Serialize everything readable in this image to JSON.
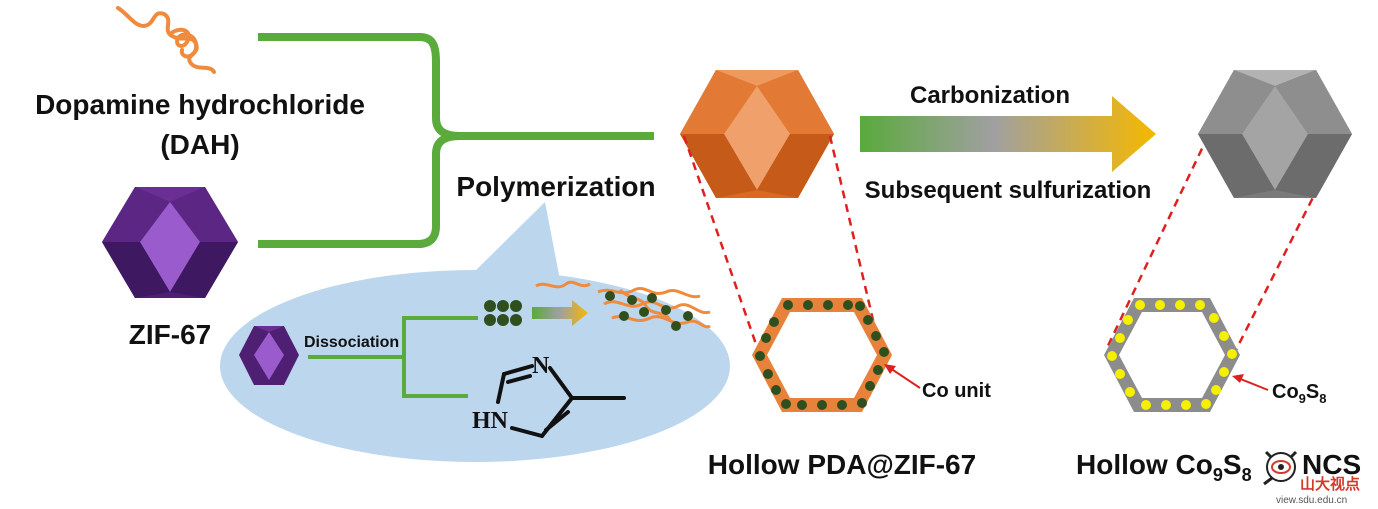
{
  "labels": {
    "dah_line1": "Dopamine hydrochloride",
    "dah_line2": "(DAH)",
    "zif": "ZIF-67",
    "polymerization": "Polymerization",
    "carbonization": "Carbonization",
    "sulfurization": "Subsequent sulfurization",
    "dissociation": "Dissociation",
    "co_unit": "Co unit",
    "co9s8_co": "Co",
    "co9s8_sub1": "9",
    "co9s8_s": "S",
    "co9s8_sub2": "8",
    "hollow_pda": "Hollow PDA@ZIF-67",
    "hollow_co9s8_prefix": "Hollow Co",
    "hollow_co9s8_sub1": "9",
    "hollow_co9s8_s": "S",
    "hollow_co9s8_sub2": "8",
    "hollow_co9s8_suffix": "NCS",
    "mol_N": "N",
    "mol_HN": "HN",
    "watermark_cn": "山大视点",
    "watermark_url": "view.sdu.edu.cn"
  },
  "colors": {
    "zif_purple": "#7b3aa6",
    "pda_orange": "#e8823a",
    "co9s8_gray": "#8c8c8c",
    "bracket_green": "#5aaa3c",
    "bubble_blue": "#bcd6ee",
    "co_dot": "#2f4f1f",
    "co9s8_dot": "#f4f000",
    "guide_red": "#e02020"
  }
}
